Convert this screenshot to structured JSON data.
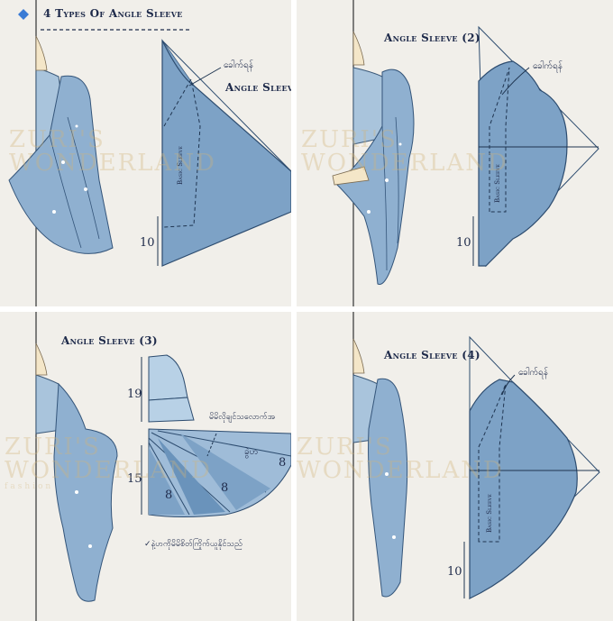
{
  "header": {
    "title": "4 Types Of Angle Sleeve"
  },
  "panels": [
    {
      "title": "Angle Sleeve",
      "cap_label": "ခေါက်ရန်",
      "basic_label": "Basic Sleeve",
      "measure": "10"
    },
    {
      "title": "Angle Sleeve (2)",
      "cap_label": "ခေါက်ရန်",
      "basic_label": "Basic Sleeve",
      "measure": "10"
    },
    {
      "title": "Angle Sleeve (3)",
      "measure_top": "19",
      "measure_bottom": "15",
      "cut_label": "မိမိလိုချင်သလောက်အ",
      "slash_label": "ခွဲဟ",
      "slash_num": "8",
      "note": "✓နဲ့ဟကိုမိမိစိတ်ကြိုက်ယူနိုင်သည်"
    },
    {
      "title": "Angle Sleeve (4)",
      "cap_label": "ခေါက်ရန်",
      "basic_label": "Basic Sleeve",
      "measure": "10"
    }
  ],
  "watermark": {
    "line1": "ZURI'S",
    "line2": "WONDERLAND",
    "line3": "fashion"
  },
  "colors": {
    "pattern_fill": "#7da2c6",
    "pattern_stroke": "#2d4c6f",
    "light_fill": "#b8d1e6",
    "text": "#1e2a4a",
    "background": "#f1efea"
  }
}
